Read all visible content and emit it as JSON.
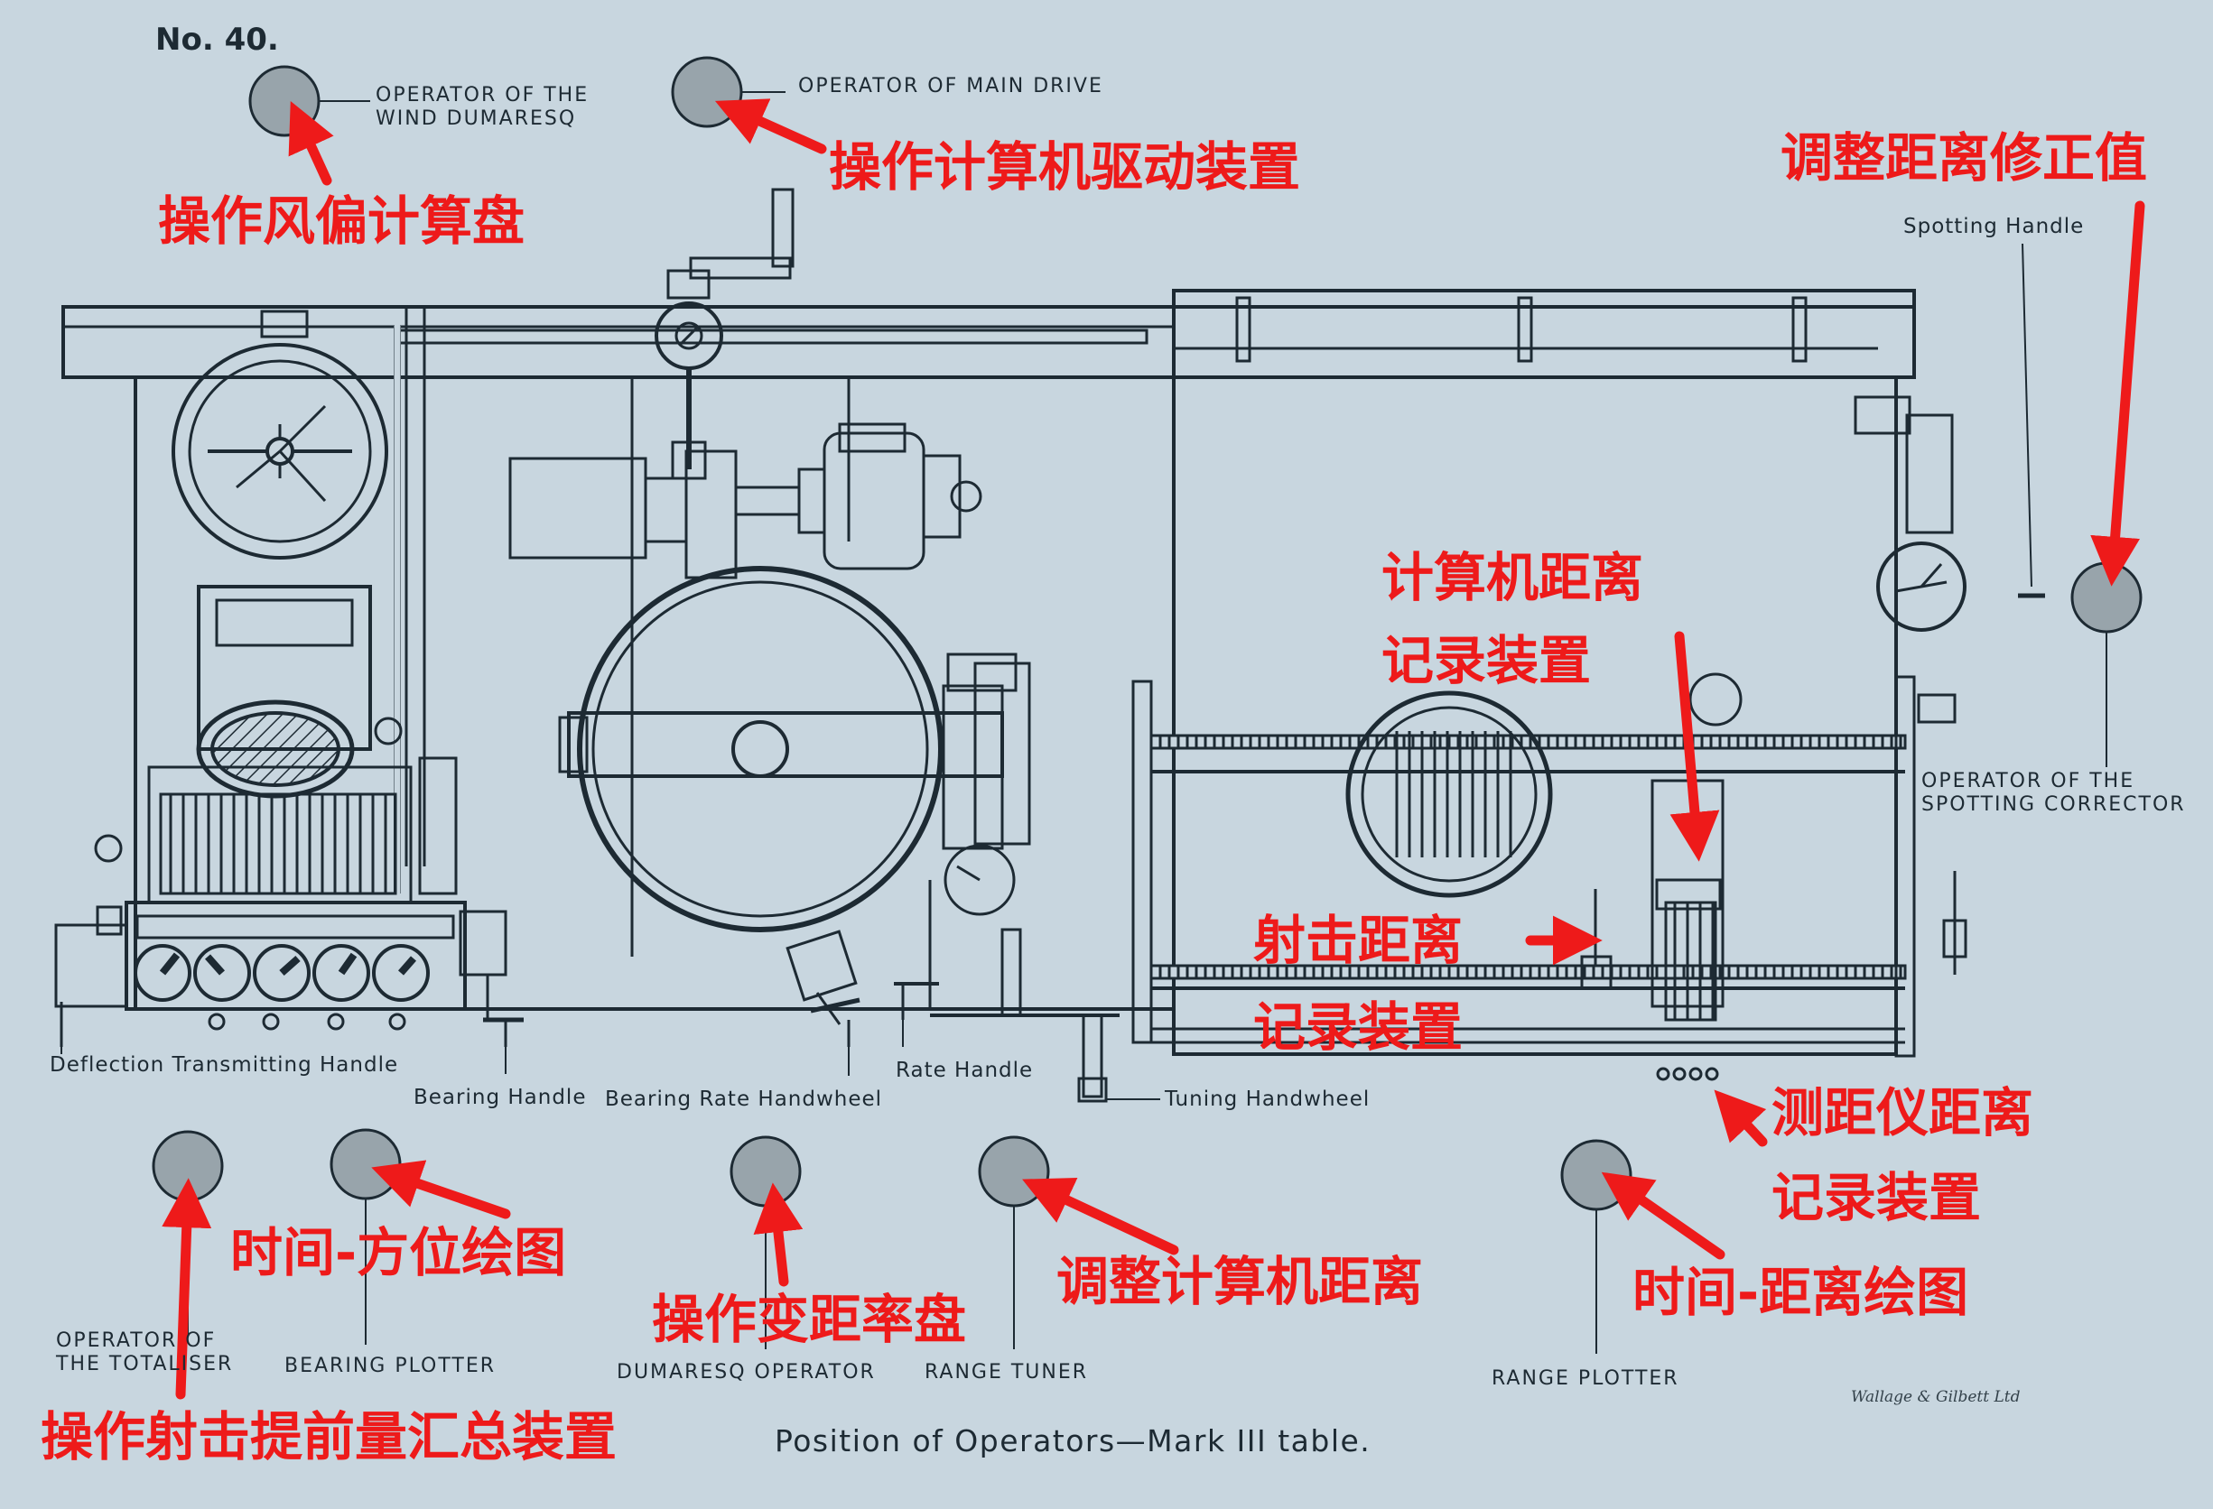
{
  "plate": {
    "number": "No. 40.",
    "caption": "Position of Operators—Mark III table.",
    "maker": "Wallage & Gilbett Ltd"
  },
  "colors": {
    "paper": "#c8d6df",
    "ink": "#1d2a33",
    "operator_disc": "#98a4ab",
    "annotation": "#ee1a1a"
  },
  "english_labels": {
    "wind_dumaresq_line1": "OPERATOR OF THE",
    "wind_dumaresq_line2": "WIND DUMARESQ",
    "main_drive": "OPERATOR OF MAIN DRIVE",
    "spotting_handle": "Spotting Handle",
    "spotting_corrector_line1": "OPERATOR OF THE",
    "spotting_corrector_line2": "SPOTTING CORRECTOR",
    "deflection_handle": "Deflection Transmitting Handle",
    "bearing_handle": "Bearing Handle",
    "bearing_rate_handwheel": "Bearing Rate Handwheel",
    "rate_handle": "Rate Handle",
    "tuning_handwheel": "Tuning Handwheel",
    "totaliser_line1": "OPERATOR OF",
    "totaliser_line2": "THE TOTALISER",
    "bearing_plotter": "BEARING PLOTTER",
    "dumaresq_operator": "DUMARESQ OPERATOR",
    "range_tuner": "RANGE TUNER",
    "range_plotter": "RANGE PLOTTER"
  },
  "chinese_labels": {
    "wind_dumaresq": "操作风偏计算盘",
    "main_drive": "操作计算机驱动装置",
    "spotting_corrector": "调整距离修正值",
    "clock_recorder_line1": "计算机距离",
    "clock_recorder_line2": "记录装置",
    "gun_range_line1": "射击距离",
    "gun_range_line2": "记录装置",
    "rangefinder_line1": "测距仪距离",
    "rangefinder_line2": "记录装置",
    "bearing_plot": "时间-方位绘图",
    "dumaresq_rate": "操作变距率盘",
    "range_tuner": "调整计算机距离",
    "range_plot": "时间-距离绘图",
    "totaliser": "操作射击提前量汇总装置"
  }
}
